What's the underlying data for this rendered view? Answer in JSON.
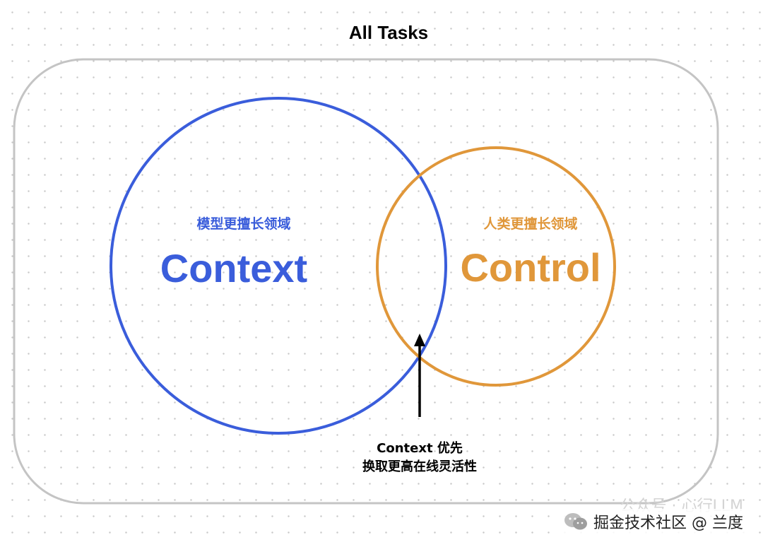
{
  "diagram": {
    "title": "All Tasks",
    "context_circle": {
      "subtitle": "模型更擅长领域",
      "label": "Context",
      "color": "#3a5ddb"
    },
    "control_circle": {
      "subtitle": "人类更擅长领域",
      "label": "Control",
      "color": "#e0973a"
    },
    "annotation": {
      "line1": "Context 优先",
      "line2": "换取更高在线灵活性"
    },
    "container_border_color": "#c4c4c4"
  },
  "watermark": {
    "ghost_text": "公众号 · 心行LLM",
    "text": "掘金技术社区 @ 兰度",
    "icon": "wechat-icon"
  }
}
